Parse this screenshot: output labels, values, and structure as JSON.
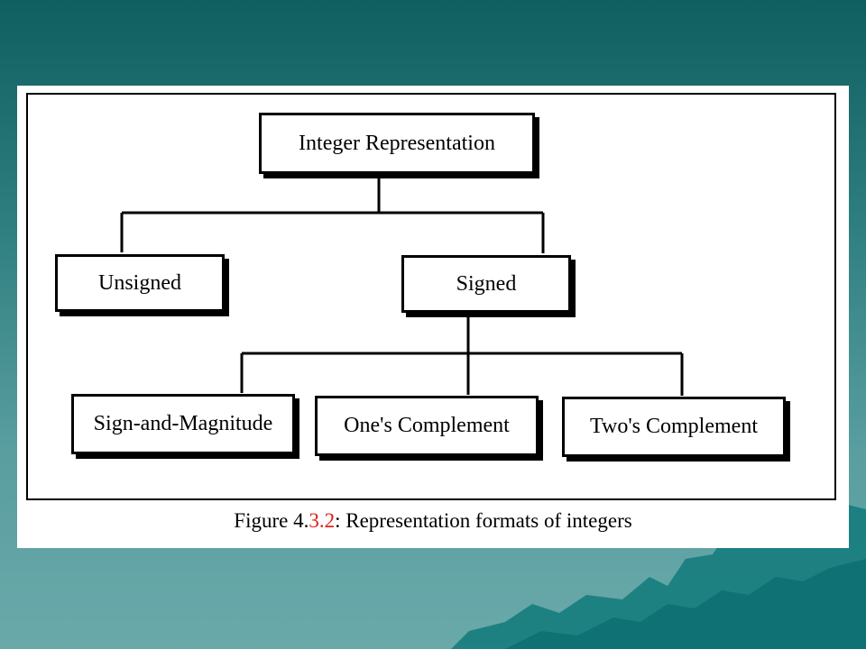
{
  "diagram": {
    "nodes": {
      "root": "Integer Representation",
      "unsigned": "Unsigned",
      "signed": "Signed",
      "sign_magnitude": "Sign-and-Magnitude",
      "ones_complement": "One's Complement",
      "twos_complement": "Two's Complement"
    },
    "caption": {
      "prefix": "Figure 4.",
      "highlight": "3.2",
      "suffix": ": Representation formats of integers",
      "highlight_color": "#e0201a"
    }
  },
  "colors": {
    "background_top": "#0f5f61",
    "background_bottom": "#6aa9aa",
    "mountain": "#138f8e"
  }
}
